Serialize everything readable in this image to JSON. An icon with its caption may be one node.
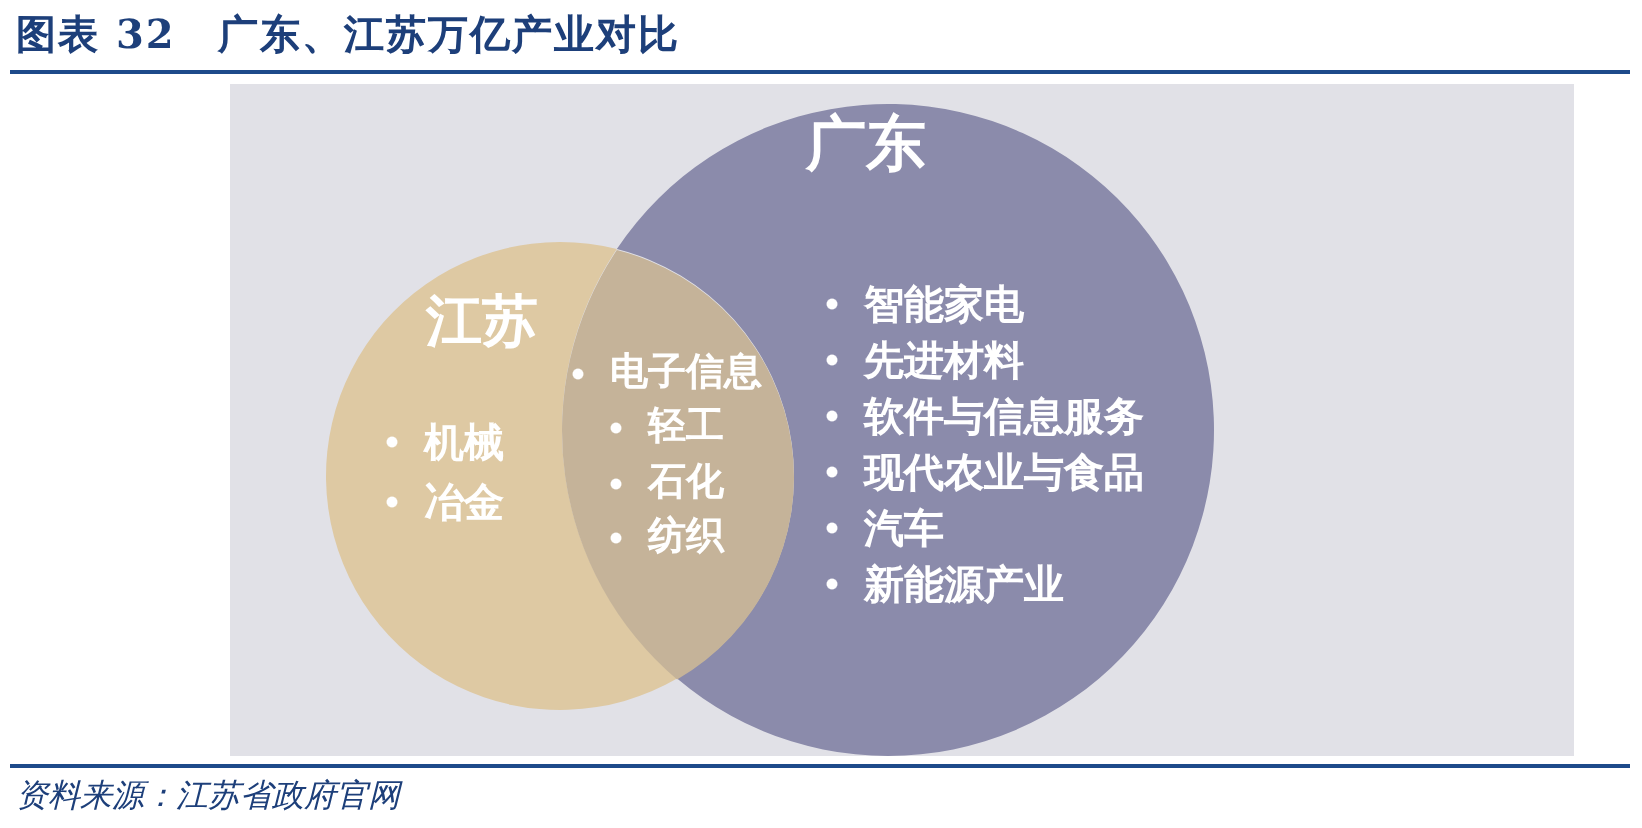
{
  "diagram": {
    "title": "图表 32　广东、江苏万亿产业对比",
    "caption": "资料来源：江苏省政府官网",
    "nodes": [
      {
        "text": [
          "江苏",
          "机械",
          "冶金"
        ]
      },
      {
        "text": [
          "广东",
          "智能家电",
          "先进材料",
          "软件与信息服务",
          "现代农业与食品",
          "汽车",
          "新能源产业"
        ]
      },
      {
        "text": [
          "电子信息",
          "轻工",
          "石化",
          "纺织"
        ]
      }
    ]
  }
}
